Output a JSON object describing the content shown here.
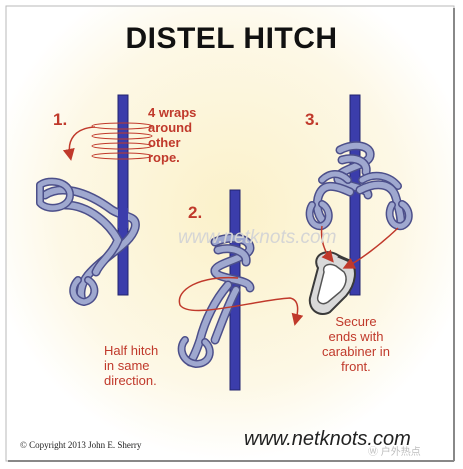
{
  "title": "DISTEL HITCH",
  "steps": [
    {
      "number": "1.",
      "note": "4 wraps\naround\nother\nrope."
    },
    {
      "number": "2.",
      "note": "Half hitch\nin same\ndirection."
    },
    {
      "number": "3.",
      "note": "Secure\nends with\ncarabiner in\nfront."
    }
  ],
  "watermark": "www.netknots.com",
  "footer": {
    "copyright": "©  Copyright  2013  John E. Sherry",
    "website": "www.netknots.com",
    "corner_mark": "Ⓦ 户外热点"
  },
  "colors": {
    "rope_main": "#3b3dab",
    "cord": "#9fa8cf",
    "cord_outline": "#4c4f8a",
    "accent_red": "#c0392b",
    "carabiner": "#6e6e6e"
  }
}
